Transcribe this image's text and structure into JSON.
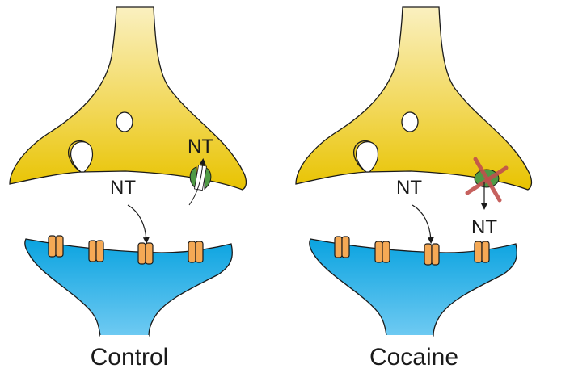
{
  "figure": {
    "panels": [
      {
        "id": "control",
        "caption": "Control",
        "released_label": "NT",
        "reuptake_label": "NT",
        "transporter_state": "active-reuptake",
        "receptor_count": 4
      },
      {
        "id": "cocaine",
        "caption": "Cocaine",
        "released_label": "NT",
        "blocked_label": "NT",
        "transporter_state": "blocked",
        "receptor_count": 4
      }
    ],
    "colors": {
      "presynaptic_top": "#faf0c0",
      "presynaptic_bottom": "#e8c300",
      "postsynaptic_top": "#0aa3e0",
      "postsynaptic_bottom": "#6cc8f0",
      "receptor": "#f5a955",
      "transporter": "#4f9a45",
      "block_mark": "#c0504d",
      "outline": "#1a1a1a"
    }
  }
}
